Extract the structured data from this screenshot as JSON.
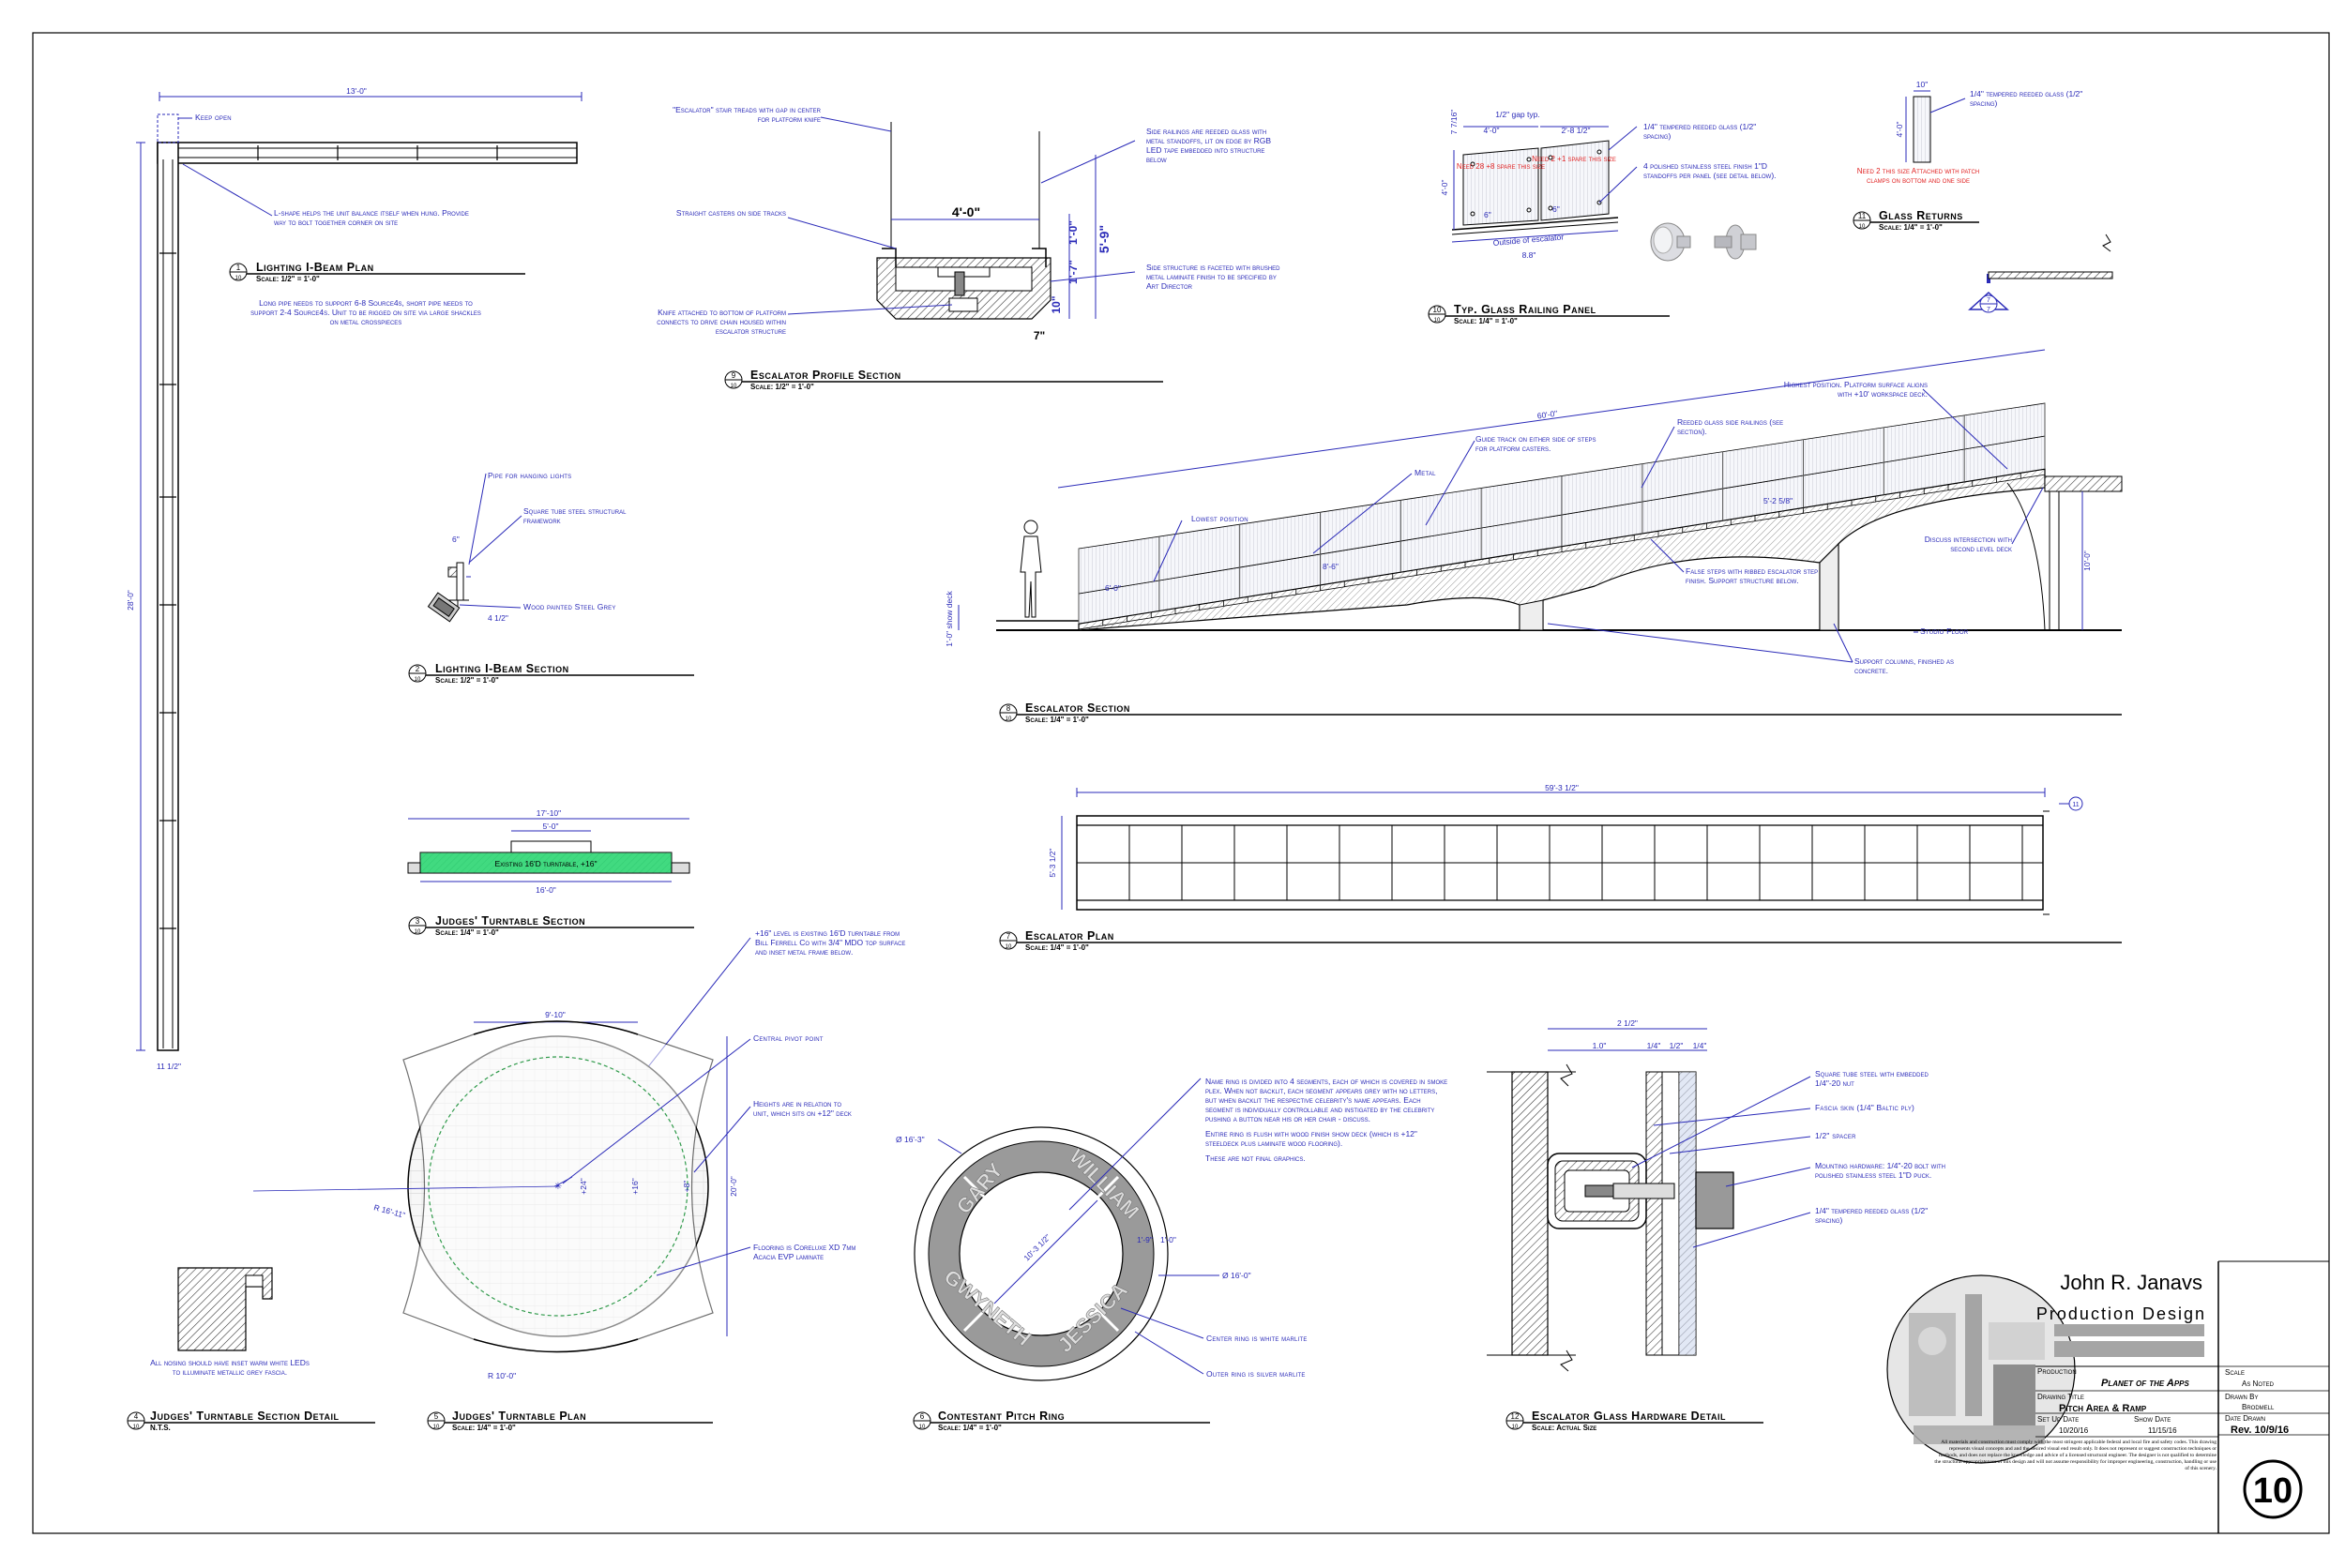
{
  "details": {
    "d1": {
      "num": "1",
      "sheet": "10",
      "title": "Lighting I-Beam Plan",
      "scale": "Scale: 1/2\" = 1'-0\"",
      "dim_top": "13'-0\"",
      "dim_side": "28'-0\"",
      "dim_bottom": "11 1/2\"",
      "note_keep_open": "Keep open",
      "note_lshape": "L-shape helps the unit balance itself when hung. Provide way to bolt together corner on site",
      "note_long_pipe": "Long pipe needs to support 6-8 Source4s, short pipe needs to support 2-4 Source4s. Unit to be rigged on site via large shackles on metal crosspieces"
    },
    "d2": {
      "num": "2",
      "sheet": "10",
      "title": "Lighting I-Beam Section",
      "scale": "Scale: 1/2\" = 1'-0\"",
      "note_pipe": "Pipe for hanging lights",
      "note_tube": "Square tube steel structural framework",
      "note_wood": "Wood painted Steel Grey",
      "dim_a": "6\"",
      "dim_b": "4 1/2\""
    },
    "d3": {
      "num": "3",
      "sheet": "10",
      "title": "Judges' Turntable Section",
      "scale": "Scale: 1/4\" = 1'-0\"",
      "dim_outer": "17'-10\"",
      "dim_inner": "5'-0\"",
      "dim_base": "16'-0\"",
      "label": "Existing 16'D turntable, +16\"",
      "note": "+16\" level is existing 16'D turntable from Bill Ferrell Co with 3/4\" MDO top surface and inset metal frame below."
    },
    "d4": {
      "num": "4",
      "sheet": "10",
      "title": "Judges' Turntable Section Detail",
      "scale": "N.T.S.",
      "note": "All nosing should have inset warm white LEDs to illuminate metallic grey fascia."
    },
    "d5": {
      "num": "5",
      "sheet": "10",
      "title": "Judges' Turntable Plan",
      "scale": "Scale: 1/4\" = 1'-0\"",
      "dim_top": "9'-10\"",
      "dim_side": "20'-0\"",
      "dim_radius": "R 16'-11\"",
      "dim_r10": "R 10'-0\"",
      "h1": "+24\"",
      "h2": "+16\"",
      "h3": "+8\"",
      "note_pivot": "Central pivot point",
      "note_heights": "Heights are in relation to unit, which sits on +12\" deck",
      "note_floor": "Flooring is Coreluxe XD 7mm Acacia EVP laminate"
    },
    "d6": {
      "num": "6",
      "sheet": "10",
      "title": "Contestant Pitch Ring",
      "scale": "Scale: 1/4\" = 1'-0\"",
      "names": [
        "GARY",
        "WILLIAM",
        "JESSICA",
        "GWYNETH"
      ],
      "dim_outer": "Ø 16'-3\"",
      "dim_inner": "Ø 16'-0\"",
      "dim_chord": "10'-3 1/2\"",
      "dim_w1": "1'-9\"",
      "dim_w2": "1'-0\"",
      "note_main": "Name ring is divided into 4 segments, each of which is covered in smoke plex. When not backlit, each segment appears grey with no letters, but when backlit the respective celebrity's name appears. Each segment is individually controllable and instigated by the celebrity pushing a button near his or her chair - discuss.",
      "note_flush": "Entire ring is flush with wood finish show deck (which is +12\" steeldeck plus laminate wood flooring).",
      "note_final": "These are not final graphics.",
      "note_center": "Center ring is white marlite",
      "note_outer": "Outer ring is silver marlite"
    },
    "d7": {
      "num": "7",
      "sheet": "10",
      "title": "Escalator Plan",
      "scale": "Scale: 1/4\" = 1'-0\"",
      "dim_length": "59'-3 1/2\"",
      "dim_width": "5'-3 1/2\"",
      "tag": "11"
    },
    "d8": {
      "num": "8",
      "sheet": "10",
      "title": "Escalator Section",
      "scale": "Scale: 1/4\" = 1'-0\"",
      "dim_length": "60'-0\"",
      "dim_height": "10'-0\"",
      "dim_deck": "1'-0\" show deck",
      "dim_step": "6'-0\"",
      "dim_glass": "5'-2 5/8\"",
      "dim_run": "8'-6\"",
      "note_lowest": "Lowest position",
      "note_metal": "Metal",
      "note_guide": "Guide track on either side of steps for platform casters.",
      "note_reeded": "Reeded glass side railings (see section).",
      "note_highest": "Highest position. Platform surface aligns with +10' workspace deck.",
      "note_discuss": "Discuss intersection with second level deck",
      "note_false": "False steps with ribbed escalator step finish. Support structure below.",
      "note_floor": "Studio Floor",
      "note_columns": "Support columns, finished as concrete.",
      "tag_num": "7",
      "tag_sheet": "7"
    },
    "d9": {
      "num": "9",
      "sheet": "10",
      "title": "Escalator Profile Section",
      "scale": "Scale: 1/2\" = 1'-0\"",
      "dim_width": "4'-0\"",
      "dim_total": "5'-9\"",
      "dim_a": "1'-0\"",
      "dim_b": "1'-7\"",
      "dim_c": "10\"",
      "dim_d": "7\"",
      "note_treads": "\"Escalator\" stair treads with gap in center for platform knife",
      "note_casters": "Straight casters on side tracks",
      "note_knife": "Knife attached to bottom of platform connects to drive chain housed within escalator structure",
      "note_rail": "Side railings are reeded glass with metal standoffs, lit on edge by RGB LED tape embedded into structure below",
      "note_facet": "Side structure is faceted with brushed metal laminate finish to be specified by Art Director"
    },
    "d10": {
      "num": "10",
      "sheet": "10",
      "title": "Typ. Glass Railing Panel",
      "scale": "Scale: 1/4\" = 1'-0\"",
      "dim_gap": "1/2\" gap typ.",
      "dim_a": "4'-0\"",
      "dim_b": "2'-8 1/2\"",
      "dim_c": "6\"",
      "dim_d": "6\"",
      "dim_e": "8.8\"",
      "dim_side": "4'-0\"",
      "dim_top": "7 7/16\"",
      "red1": "Need 28 +8 spare this size",
      "red2": "Need 2 +1 spare this size",
      "outside": "Outside of escalator",
      "note_glass": "1/4\" tempered reeded glass (1/2\" spacing)",
      "note_stand": "4 polished stainless steel finish 1\"D standoffs per panel (see detail below)."
    },
    "d11": {
      "num": "11",
      "sheet": "10",
      "title": "Glass Returns",
      "scale": "Scale: 1/4\" = 1'-0\"",
      "dim_w": "10\"",
      "dim_h": "4'-0\"",
      "note_glass": "1/4\" tempered reeded glass (1/2\" spacing)",
      "red": "Need 2 this size Attached with patch clamps on bottom and one side"
    },
    "d12": {
      "num": "12",
      "sheet": "10",
      "title": "Escalator Glass Hardware Detail",
      "scale": "Scale: Actual Size",
      "dim_total": "2 1/2\"",
      "dim_a": "1.0\"",
      "dim_b": "1/4\"",
      "dim_c": "1/2\"",
      "dim_d": "1/4\"",
      "note_tube": "Square tube steel with embedded 1/4\"-20 nut",
      "note_fascia": "Fascia skin (1/4\" Baltic ply)",
      "note_spacer": "1/2\" spacer",
      "note_mount": "Mounting hardware: 1/4\"-20 bolt with polished stainless steel 1\"D puck.",
      "note_glass": "1/4\" tempered reeded glass (1/2\" spacing)"
    }
  },
  "title_block": {
    "designer": "John R. Janavs",
    "subtitle": "Production Design",
    "production_label": "Production",
    "production": "Planet of the Apps",
    "drawing_title_label": "Drawing Title",
    "drawing_title": "Pitch Area & Ramp",
    "setup_label": "Set Up Date",
    "setup": "10/20/16",
    "show_label": "Show Date",
    "show": "11/15/16",
    "scale_label": "Scale",
    "scale": "As Noted",
    "drawn_label": "Drawn By",
    "drawn": "Brodmell",
    "date_label": "Date Drawn",
    "date": "Rev. 10/9/16",
    "disclaimer": "All materials and construction must comply with the most stringent applicable federal and local fire and safety codes. This drawing represents visual concepts and and the desired visual end result only. It does not represent or suggest construction techniques or methods, and does not replace the knowledge and advice of a licensed structural engineer. The designer is not qualified to determine the structural appropriateness of this design and will not assume responsibility for improper engineering, construction, handling or use of this scenery.",
    "sheet_number": "10"
  }
}
